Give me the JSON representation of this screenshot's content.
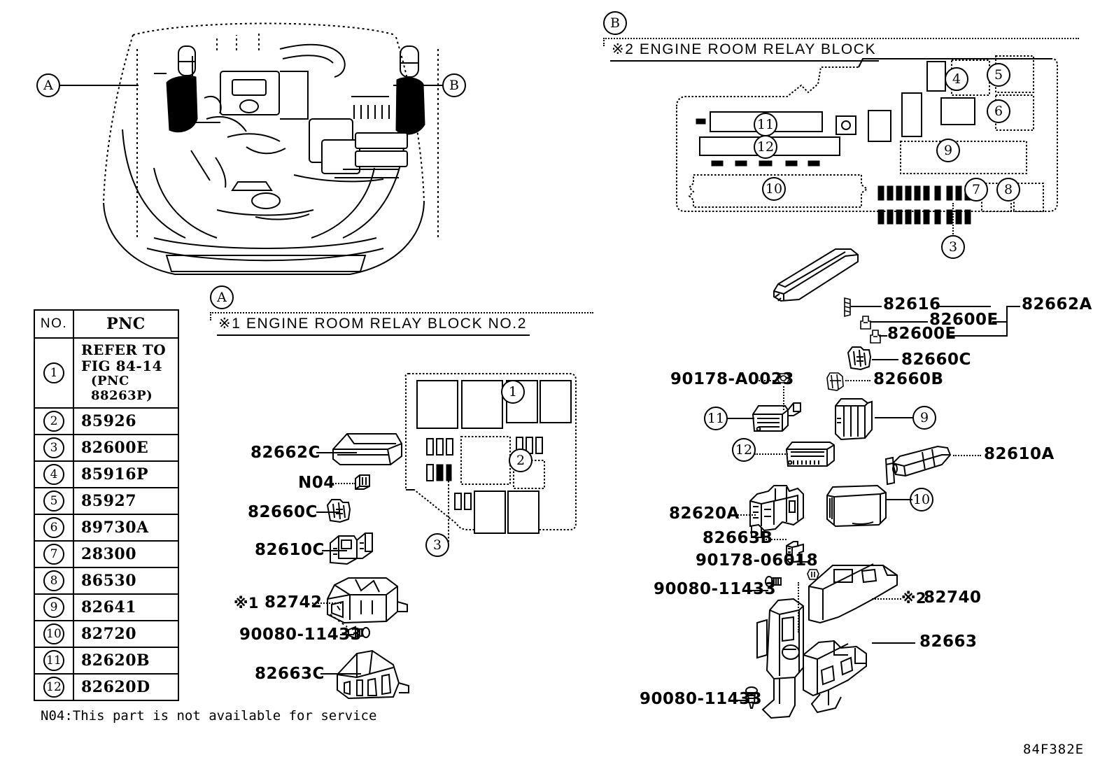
{
  "figure": {
    "id": "84F382E",
    "note": "N04:This part is not available for service"
  },
  "markers": {
    "a": "A",
    "b": "B"
  },
  "sections": {
    "a": {
      "marker": "A",
      "title": "※1 ENGINE ROOM RELAY BLOCK NO.2"
    },
    "b": {
      "marker": "B",
      "title": "※2 ENGINE ROOM RELAY BLOCK"
    }
  },
  "parts_table": {
    "headers": {
      "no": "NO.",
      "pnc": "PNC"
    },
    "rows": [
      {
        "no": "1",
        "pnc": "REFER TO",
        "pnc_line2": "FIG 84-14",
        "pnc_line3": "(PNC 88263P)"
      },
      {
        "no": "2",
        "pnc": "85926"
      },
      {
        "no": "3",
        "pnc": "82600E"
      },
      {
        "no": "4",
        "pnc": "85916P"
      },
      {
        "no": "5",
        "pnc": "85927"
      },
      {
        "no": "6",
        "pnc": "89730A"
      },
      {
        "no": "7",
        "pnc": "28300"
      },
      {
        "no": "8",
        "pnc": "86530"
      },
      {
        "no": "9",
        "pnc": "82641"
      },
      {
        "no": "10",
        "pnc": "82720"
      },
      {
        "no": "11",
        "pnc": "82620B"
      },
      {
        "no": "12",
        "pnc": "82620D"
      }
    ]
  },
  "block_a_callouts": [
    {
      "id": "a1",
      "label": "1"
    },
    {
      "id": "a2",
      "label": "2"
    },
    {
      "id": "a3",
      "label": "3"
    }
  ],
  "block_b_callouts": [
    {
      "id": "b4",
      "label": "4"
    },
    {
      "id": "b5",
      "label": "5"
    },
    {
      "id": "b6",
      "label": "6"
    },
    {
      "id": "b9",
      "label": "9"
    },
    {
      "id": "b7",
      "label": "7"
    },
    {
      "id": "b8",
      "label": "8"
    },
    {
      "id": "b10",
      "label": "10"
    },
    {
      "id": "b11",
      "label": "11"
    },
    {
      "id": "b12",
      "label": "12"
    },
    {
      "id": "b3",
      "label": "3"
    }
  ],
  "left_column_labels": [
    {
      "id": "l1",
      "text": "82662C"
    },
    {
      "id": "l2",
      "text": "N04"
    },
    {
      "id": "l3",
      "text": "82660C"
    },
    {
      "id": "l4",
      "text": "82610C"
    },
    {
      "id": "l5",
      "prefix": "※1",
      "text": "82742"
    },
    {
      "id": "l6",
      "text": "90080-11433"
    },
    {
      "id": "l7",
      "text": "82663C"
    }
  ],
  "right_labels": [
    {
      "id": "r1",
      "text": "82616"
    },
    {
      "id": "r2",
      "text": "82600E"
    },
    {
      "id": "r3",
      "text": "82600E"
    },
    {
      "id": "r4",
      "text": "82662A"
    },
    {
      "id": "r5",
      "text": "82660C"
    },
    {
      "id": "r6",
      "text": "82660B"
    },
    {
      "id": "r7",
      "text": "90178-A0023"
    },
    {
      "id": "r8",
      "text": "82610A"
    },
    {
      "id": "r9",
      "text": "82620A"
    },
    {
      "id": "r10",
      "text": "82663B"
    },
    {
      "id": "r11",
      "text": "90178-06018"
    },
    {
      "id": "r12",
      "text": "90080-11433"
    },
    {
      "id": "r13",
      "prefix": "※2",
      "text": "82740"
    },
    {
      "id": "r14",
      "text": "82663"
    },
    {
      "id": "r15",
      "text": "90080-11433"
    }
  ],
  "right_callouts": [
    {
      "id": "rc9",
      "label": "9"
    },
    {
      "id": "rc10",
      "label": "10"
    },
    {
      "id": "rc11",
      "label": "11"
    },
    {
      "id": "rc12",
      "label": "12"
    }
  ]
}
